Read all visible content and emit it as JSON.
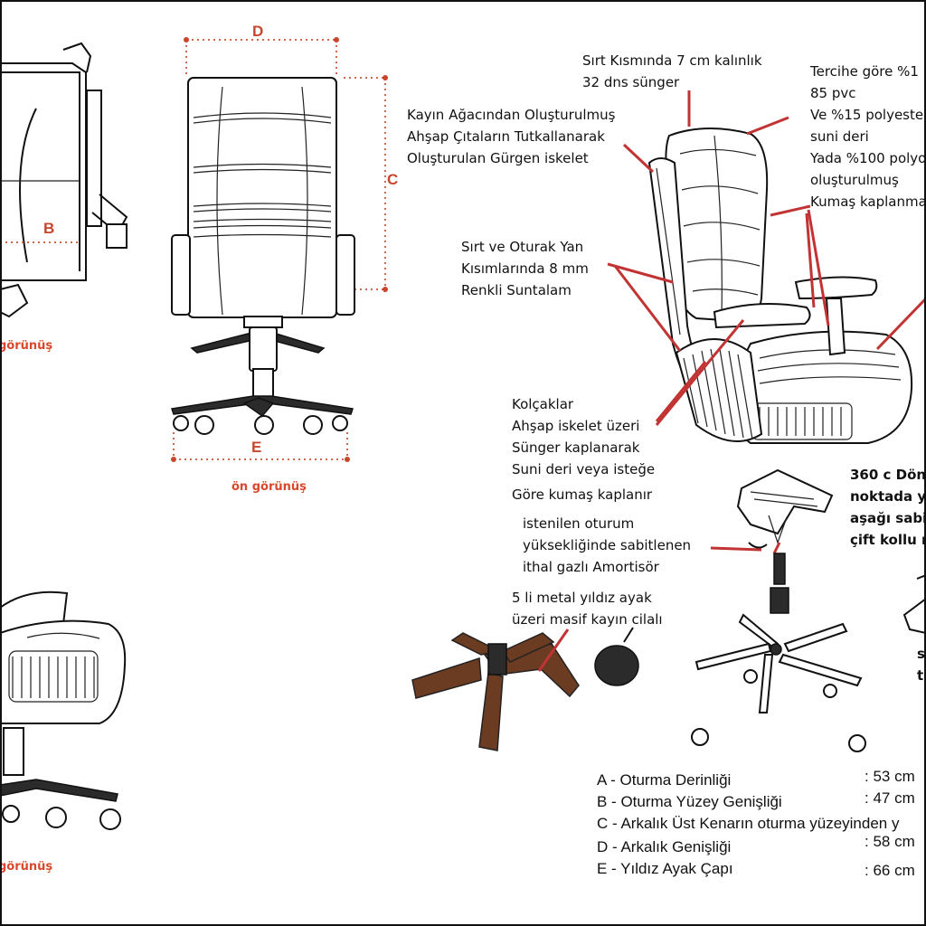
{
  "views": {
    "side": "görünüş",
    "front": "ön görünüş",
    "bottom": "görünüş"
  },
  "dimension_letters": [
    "D",
    "C",
    "B",
    "E"
  ],
  "callouts": {
    "back_foam": [
      "Sırt Kısmında 7 cm kalınlık",
      "32 dns sünger"
    ],
    "frame": [
      "Kayın Ağacından Oluşturulmuş",
      "Ahşap Çıtaların Tutkallanarak",
      "Oluşturulan Gürgen iskelet"
    ],
    "upholstery": [
      "Tercihe göre %1",
      "85 pvc",
      "Ve %15 polyeste",
      "suni deri",
      "Yada %100 polyo",
      "oluşturulmuş",
      "Kumaş kaplanma"
    ],
    "side_panels": [
      "Sırt ve Oturak Yan",
      "Kısımlarında 8 mm",
      "Renkli Suntalam"
    ],
    "armrests": [
      "Kolçaklar",
      "Ahşap iskelet üzeri",
      "Sünger kaplanarak",
      "Suni deri veya isteğe",
      "Göre kumaş kaplanır"
    ],
    "gas_lift": [
      "istenilen oturum",
      "yüksekliğinde sabitlenen",
      "ithal gazlı Amortisör"
    ],
    "star_base": [
      "5 li metal yıldız ayak",
      "üzeri masif kayın cilalı"
    ],
    "mechanism": [
      "360 c Dön",
      "noktada y",
      "aşağı sabi",
      "çift kollu m"
    ],
    "misc": [
      "s",
      "t"
    ]
  },
  "specs": [
    {
      "label": "A - Oturma Derinliği",
      "value": ": 53 cm"
    },
    {
      "label": "B - Oturma Yüzey Genişliği",
      "value": ": 47 cm"
    },
    {
      "label": "C - Arkalık Üst Kenarın oturma yüzeyinden y",
      "value": ""
    },
    {
      "label": "D - Arkalık Genişliği",
      "value": ": 58 cm"
    },
    {
      "label": "E - Yıldız Ayak Çapı",
      "value": ": 66 cm"
    }
  ],
  "colors": {
    "accent": "#d9482b",
    "leader": "#c23434",
    "dimension_dots": "#d06a4e"
  }
}
